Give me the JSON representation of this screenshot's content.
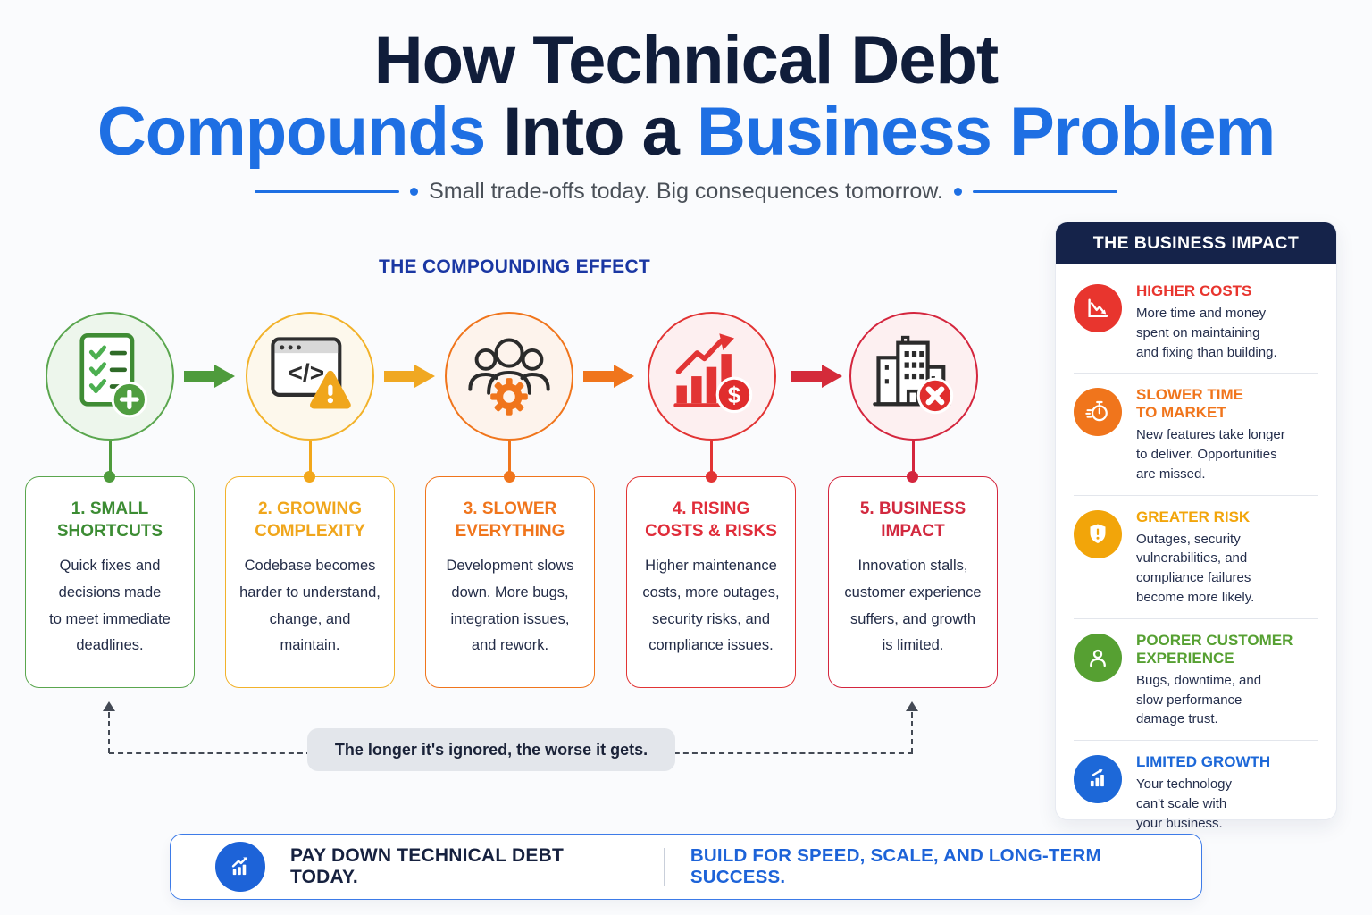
{
  "colors": {
    "title_navy": "#101d3a",
    "title_blue": "#1e6fe3",
    "flow_heading_blue": "#1a37a3",
    "subtitle_gray": "#4a5058",
    "body_text": "#232c47",
    "green": "#4e9b3c",
    "amber": "#f2a71b",
    "orange": "#f0751c",
    "red": "#e23434",
    "crimson": "#d4263e",
    "sidebar_navy": "#15234a",
    "footer_blue": "#1d63d8",
    "note_pill_bg": "#e3e6eb"
  },
  "header": {
    "title_line1": "How Technical Debt",
    "title_line2_a": "Compounds",
    "title_line2_b": " Into a ",
    "title_line2_c": "Business Problem",
    "subtitle": "Small trade-offs today. Big consequences tomorrow."
  },
  "flow": {
    "heading": "THE COMPOUNDING EFFECT",
    "steps": [
      {
        "icon": "checklist-plus-icon",
        "accent": "#4e9b3c",
        "title": "1. SMALL\nSHORTCUTS",
        "body": "Quick fixes and\ndecisions made\nto meet immediate\ndeadlines."
      },
      {
        "icon": "code-window-warning-icon",
        "accent": "#f2a71b",
        "title": "2. GROWING\nCOMPLEXITY",
        "body": "Codebase becomes\nharder to understand,\nchange, and\nmaintain."
      },
      {
        "icon": "team-gear-icon",
        "accent": "#f0751c",
        "title": "3. SLOWER\nEVERYTHING",
        "body": "Development slows\ndown. More bugs,\nintegration issues,\nand rework."
      },
      {
        "icon": "rising-costs-dollar-icon",
        "accent": "#e23434",
        "title": "4. RISING\nCOSTS & RISKS",
        "body": "Higher maintenance\ncosts, more outages,\nsecurity risks, and\ncompliance issues."
      },
      {
        "icon": "building-x-icon",
        "accent": "#d4263e",
        "title": "5. BUSINESS\nIMPACT",
        "body": "Innovation stalls,\ncustomer experience\nsuffers, and growth\nis limited."
      }
    ],
    "loop_note": "The longer it's ignored, the worse it gets."
  },
  "sidebar": {
    "title": "THE BUSINESS IMPACT",
    "items": [
      {
        "icon": "declining-chart-icon",
        "accent": "#e8352e",
        "title": "HIGHER COSTS",
        "body": "More time and money\nspent on maintaining\nand fixing than building."
      },
      {
        "icon": "stopwatch-icon",
        "accent": "#f0751c",
        "title": "SLOWER TIME\nTO MARKET",
        "body": "New features take longer\nto deliver. Opportunities\nare missed."
      },
      {
        "icon": "shield-alert-icon",
        "accent": "#f2a50a",
        "title": "GREATER RISK",
        "body": "Outages, security\nvulnerabilities, and\ncompliance failures\nbecome more likely."
      },
      {
        "icon": "person-icon",
        "accent": "#56a032",
        "title": "POORER CUSTOMER\nEXPERIENCE",
        "body": "Bugs, downtime, and\nslow performance\ndamage trust."
      },
      {
        "icon": "growth-bars-icon",
        "accent": "#1d68d8",
        "title": "LIMITED GROWTH",
        "body": "Your technology\ncan't scale with\nyour business."
      }
    ]
  },
  "footer": {
    "icon": "growth-chart-icon",
    "left_text": "PAY DOWN TECHNICAL DEBT TODAY.",
    "right_text": "BUILD FOR SPEED, SCALE, AND LONG-TERM SUCCESS."
  }
}
